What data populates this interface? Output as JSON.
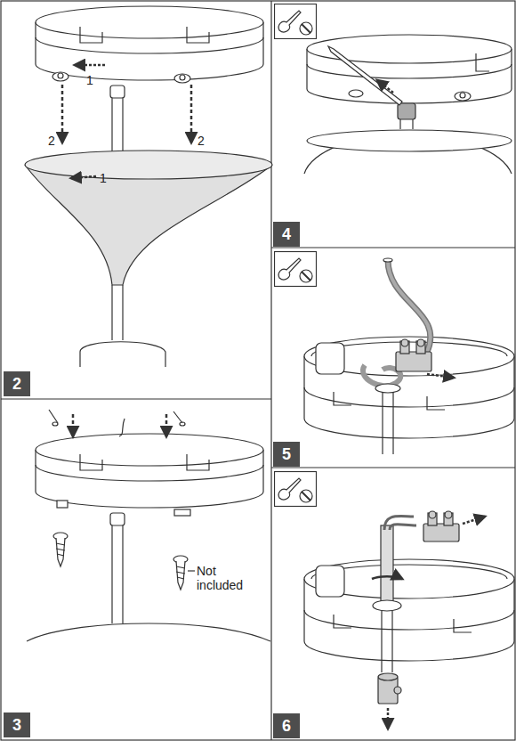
{
  "diagram": {
    "labels": [
      "1",
      "2",
      "2",
      "1",
      "2",
      "4",
      "Not included",
      "3",
      "5",
      "6"
    ]
  }
}
